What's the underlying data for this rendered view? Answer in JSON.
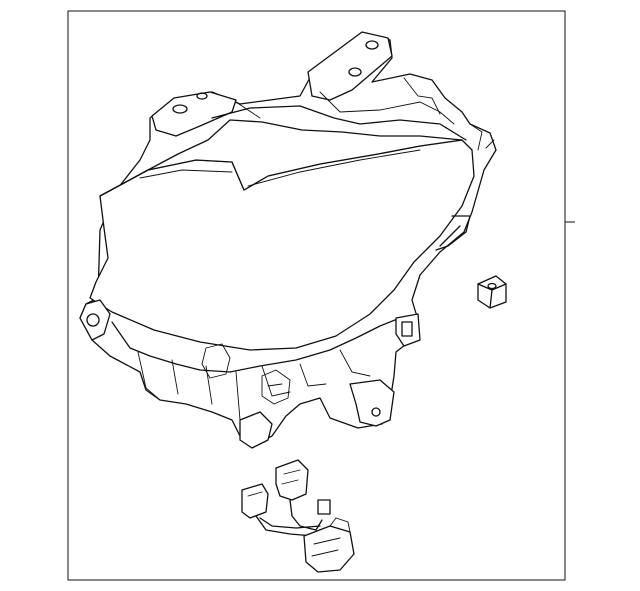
{
  "diagram": {
    "background": "#ffffff",
    "line_color": "#111111",
    "parts": [
      {
        "name": "headlamp-assembly"
      },
      {
        "name": "clip-nut"
      },
      {
        "name": "wiring-harness"
      }
    ],
    "callouts": []
  }
}
